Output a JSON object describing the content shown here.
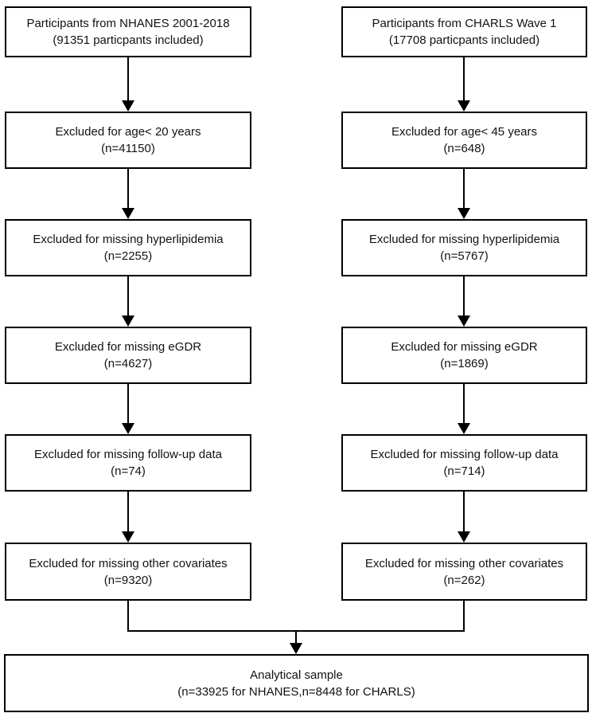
{
  "diagram": {
    "columns": [
      {
        "boxes": [
          {
            "line1": "Participants from NHANES 2001-2018",
            "line2": "(91351 particpants included)"
          },
          {
            "line1": "Excluded for age< 20 years",
            "line2": "(n=41150)"
          },
          {
            "line1": "Excluded for missing hyperlipidemia",
            "line2": "(n=2255)"
          },
          {
            "line1": "Excluded for missing eGDR",
            "line2": "(n=4627)"
          },
          {
            "line1": "Excluded for missing follow-up data",
            "line2": "(n=74)"
          },
          {
            "line1": "Excluded for missing other covariates",
            "line2": "(n=9320)"
          }
        ]
      },
      {
        "boxes": [
          {
            "line1": "Participants from CHARLS Wave 1",
            "line2": "(17708 particpants included)"
          },
          {
            "line1": "Excluded for age< 45 years",
            "line2": "(n=648)"
          },
          {
            "line1": "Excluded for missing hyperlipidemia",
            "line2": "(n=5767)"
          },
          {
            "line1": "Excluded for missing eGDR",
            "line2": "(n=1869)"
          },
          {
            "line1": "Excluded for missing follow-up data",
            "line2": "(n=714)"
          },
          {
            "line1": "Excluded for missing other covariates",
            "line2": "(n=262)"
          }
        ]
      }
    ],
    "final_box": {
      "line1": "Analytical sample",
      "line2": "(n=33925 for NHANES,n=8448 for CHARLS)"
    },
    "colors": {
      "box_border": "#000000",
      "box_background": "#ffffff",
      "text": "#121212",
      "arrow": "#000000"
    }
  }
}
